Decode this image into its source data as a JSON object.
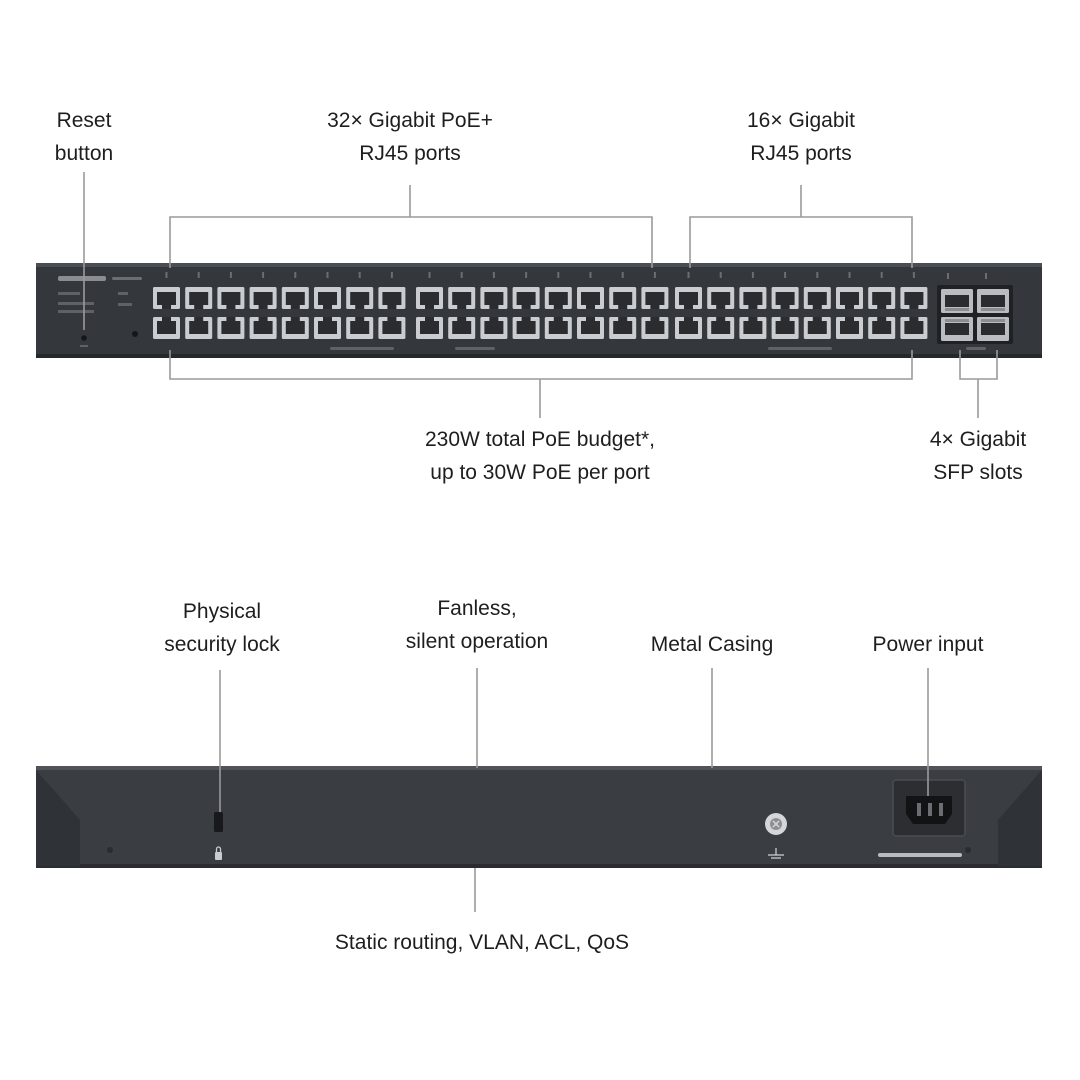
{
  "labels": {
    "reset": [
      "Reset",
      "button"
    ],
    "poe_ports": [
      "32× Gigabit PoE+",
      "RJ45 ports"
    ],
    "rj45_ports": [
      "16× Gigabit",
      "RJ45 ports"
    ],
    "poe_budget": [
      "230W total PoE budget*,",
      "up to 30W PoE per port"
    ],
    "sfp_slots": [
      "4× Gigabit",
      "SFP slots"
    ],
    "security_lock": [
      "Physical",
      "security lock"
    ],
    "fanless": [
      "Fanless,",
      "silent operation"
    ],
    "metal_casing": [
      "Metal Casing"
    ],
    "power_input": [
      "Power input"
    ],
    "software": [
      "Static routing, VLAN, ACL, QoS"
    ]
  },
  "device": {
    "rj45_port_count": 48,
    "poe_port_count": 32,
    "sfp_slot_count": 4
  },
  "colors": {
    "chassis": "#34373b",
    "port_face": "#c9ccd0",
    "label_text": "#1e1e1e",
    "leader_line": "#9a9a9a"
  }
}
